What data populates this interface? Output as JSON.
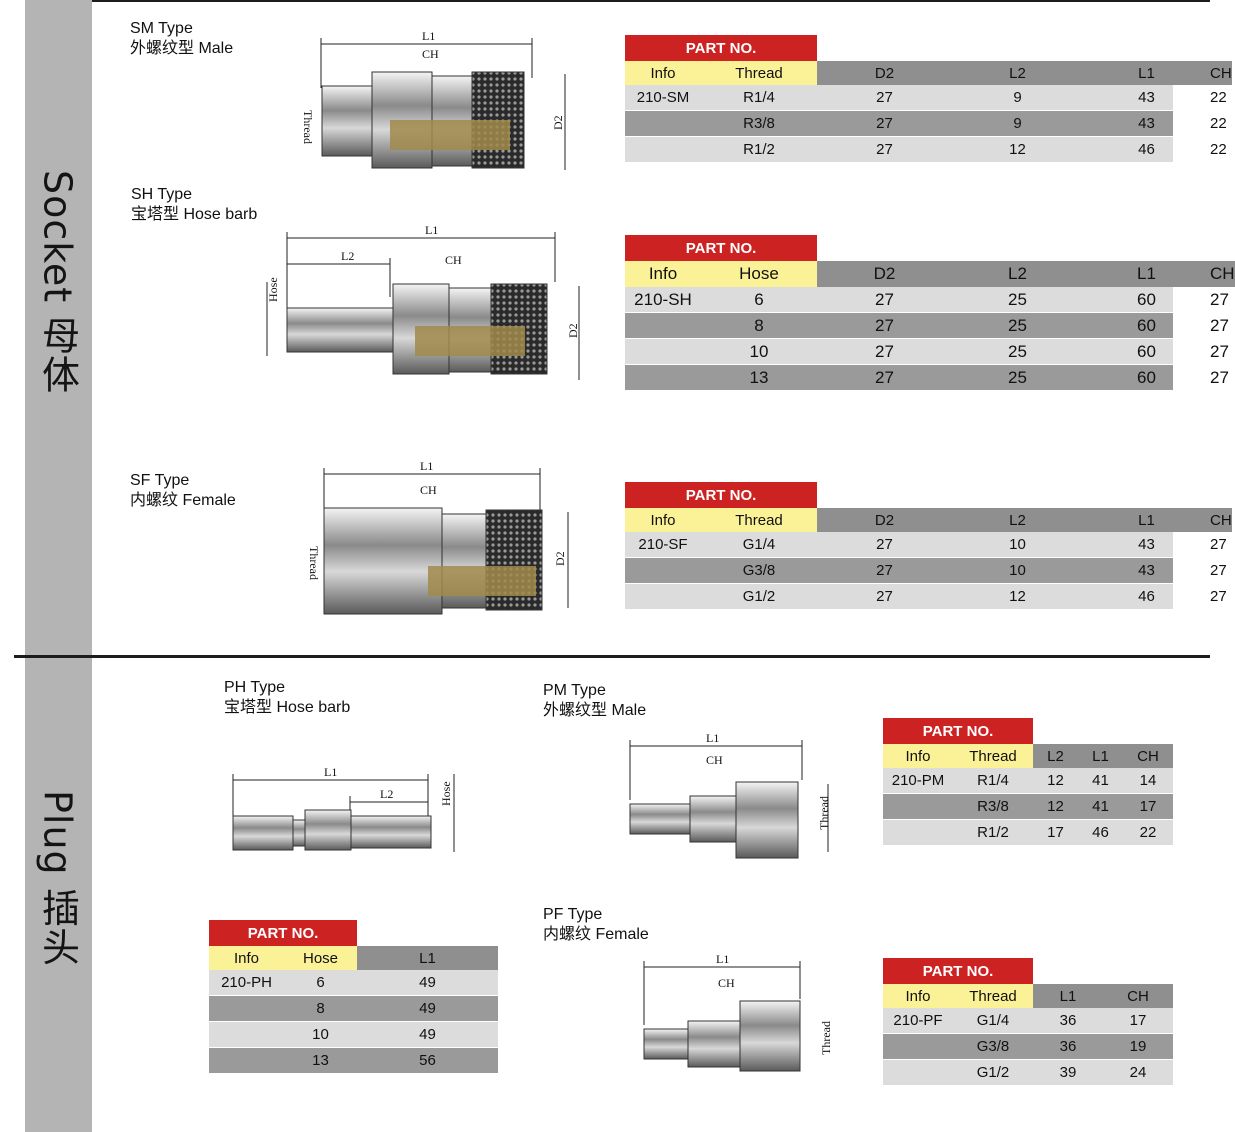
{
  "sections": {
    "socket": {
      "label": "Socket 母体"
    },
    "plug": {
      "label": "Plug 插头"
    }
  },
  "types": {
    "sm": {
      "title": "SM Type",
      "subtitle": "外螺纹型 Male"
    },
    "sh": {
      "title": "SH Type",
      "subtitle": "宝塔型 Hose barb"
    },
    "sf": {
      "title": "SF Type",
      "subtitle": "内螺纹 Female"
    },
    "ph": {
      "title": "PH Type",
      "subtitle": "宝塔型 Hose barb"
    },
    "pm": {
      "title": "PM Type",
      "subtitle": "外螺纹型 Male"
    },
    "pf": {
      "title": "PF Type",
      "subtitle": "内螺纹 Female"
    }
  },
  "dims": {
    "l1": "L1",
    "l2": "L2",
    "ch": "CH",
    "d2": "D2",
    "thread": "Thread",
    "hose": "Hose"
  },
  "tables": {
    "sm": {
      "part_no": "PART NO.",
      "headers": [
        "Info",
        "Thread",
        "D2",
        "L2",
        "L1",
        "CH"
      ],
      "rows": [
        [
          "210-SM",
          "R1/4",
          "27",
          "9",
          "43",
          "22"
        ],
        [
          "",
          "R3/8",
          "27",
          "9",
          "43",
          "22"
        ],
        [
          "",
          "R1/2",
          "27",
          "12",
          "46",
          "22"
        ]
      ]
    },
    "sh": {
      "part_no": "PART NO.",
      "headers": [
        "Info",
        "Hose",
        "D2",
        "L2",
        "L1",
        "CH"
      ],
      "rows": [
        [
          "210-SH",
          "6",
          "27",
          "25",
          "60",
          "27"
        ],
        [
          "",
          "8",
          "27",
          "25",
          "60",
          "27"
        ],
        [
          "",
          "10",
          "27",
          "25",
          "60",
          "27"
        ],
        [
          "",
          "13",
          "27",
          "25",
          "60",
          "27"
        ]
      ]
    },
    "sf": {
      "part_no": "PART NO.",
      "headers": [
        "Info",
        "Thread",
        "D2",
        "L2",
        "L1",
        "CH"
      ],
      "rows": [
        [
          "210-SF",
          "G1/4",
          "27",
          "10",
          "43",
          "27"
        ],
        [
          "",
          "G3/8",
          "27",
          "10",
          "43",
          "27"
        ],
        [
          "",
          "G1/2",
          "27",
          "12",
          "46",
          "27"
        ]
      ]
    },
    "ph": {
      "part_no": "PART NO.",
      "headers": [
        "Info",
        "Hose",
        "L1"
      ],
      "rows": [
        [
          "210-PH",
          "6",
          "49"
        ],
        [
          "",
          "8",
          "49"
        ],
        [
          "",
          "10",
          "49"
        ],
        [
          "",
          "13",
          "56"
        ]
      ]
    },
    "pm": {
      "part_no": "PART NO.",
      "headers": [
        "Info",
        "Thread",
        "L2",
        "L1",
        "CH"
      ],
      "rows": [
        [
          "210-PM",
          "R1/4",
          "12",
          "41",
          "14"
        ],
        [
          "",
          "R3/8",
          "12",
          "41",
          "17"
        ],
        [
          "",
          "R1/2",
          "17",
          "46",
          "22"
        ]
      ]
    },
    "pf": {
      "part_no": "PART NO.",
      "headers": [
        "Info",
        "Thread",
        "L1",
        "CH"
      ],
      "rows": [
        [
          "210-PF",
          "G1/4",
          "36",
          "17"
        ],
        [
          "",
          "G3/8",
          "36",
          "19"
        ],
        [
          "",
          "G1/2",
          "39",
          "24"
        ]
      ]
    }
  }
}
